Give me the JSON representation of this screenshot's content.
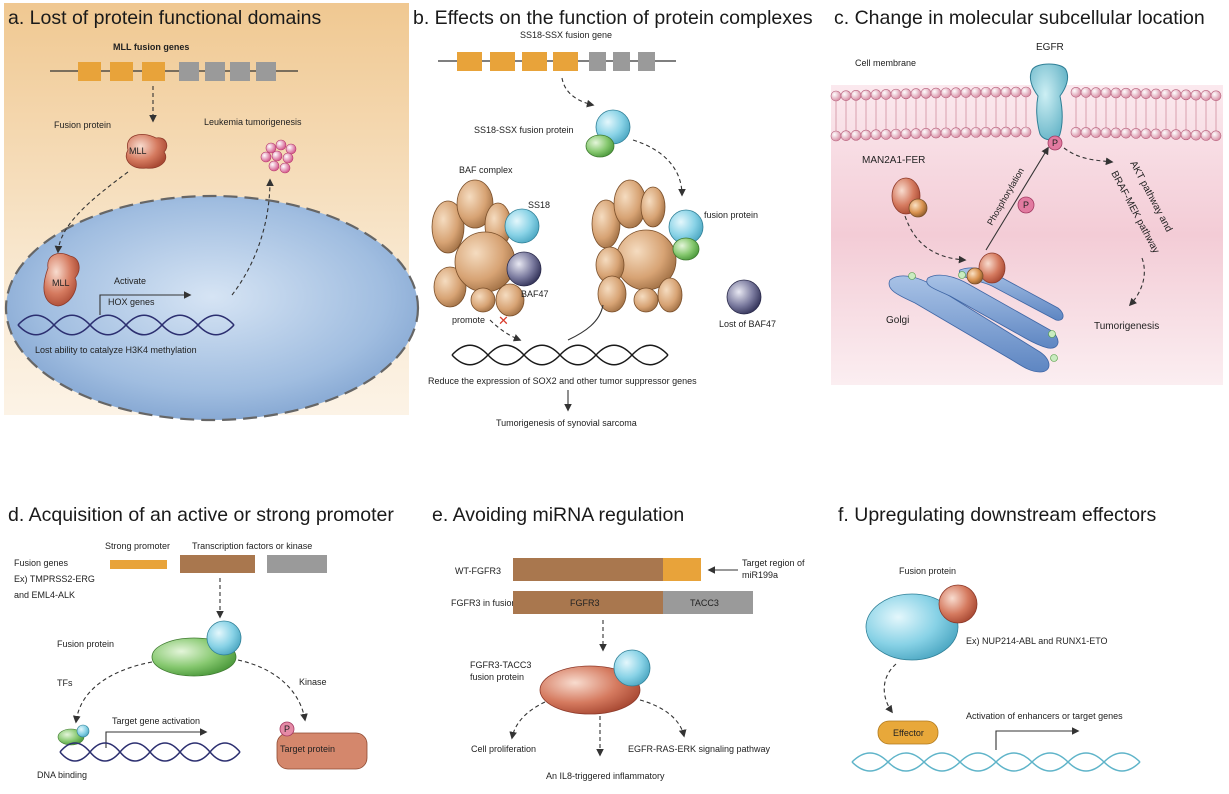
{
  "panel_a": {
    "title": "a. Lost of protein functional domains",
    "gene_label": "MLL fusion genes",
    "fusion_protein": "Fusion protein",
    "leukemia": "Leukemia tumorigenesis",
    "mll_top": "MLL",
    "mll_nucleus": "MLL",
    "activate": "Activate",
    "hox": "HOX genes",
    "lost_ability": "Lost ability to catalyze H3K4 methylation"
  },
  "panel_b": {
    "title": "b. Effects on the function of protein complexes",
    "gene_label": "SS18-SSX fusion gene",
    "fusion_protein_label": "SS18-SSX fusion protein",
    "baf_complex": "BAF complex",
    "ss18": "SS18",
    "baf47": "BAF47",
    "fusion_protein": "fusion protein",
    "lost_baf47": "Lost of BAF47",
    "promote": "promote",
    "reduce": "Reduce the expression of SOX2 and other tumor suppressor genes",
    "tumorigenesis": "Tumorigenesis of synovial sarcoma"
  },
  "panel_c": {
    "title": "c. Change in molecular subcellular location",
    "egfr": "EGFR",
    "cell_membrane": "Cell membrane",
    "man2a1": "MAN2A1-FER",
    "phosphorylation": "Phosphorylation",
    "p1": "P",
    "p2": "P",
    "pathway_line1": "AKT pathway and",
    "pathway_line2": "BRAF-MEK pathway",
    "golgi": "Golgi",
    "tumorigenesis": "Tumorigenesis"
  },
  "panel_d": {
    "title": "d. Acquisition of an active or strong promoter",
    "fusion_genes": "Fusion genes",
    "strong_promoter": "Strong promoter",
    "tf_kinase": "Transcription factors or kinase",
    "ex_line1": "Ex) TMPRSS2-ERG",
    "ex_line2": "and EML4-ALK",
    "fusion_protein": "Fusion protein",
    "tfs": "TFs",
    "kinase": "Kinase",
    "target_activation": "Target gene activation",
    "dna_binding": "DNA binding",
    "p": "P",
    "target_protein": "Target protein"
  },
  "panel_e": {
    "title": "e. Avoiding miRNA regulation",
    "wt": "WT-FGFR3",
    "target_region_line1": "Target region of",
    "target_region_line2": "miR199a",
    "fgfr3_fusion": "FGFR3 in fusion",
    "fgfr3": "FGFR3",
    "tacc3": "TACC3",
    "fusion_line1": "FGFR3-TACC3",
    "fusion_line2": "fusion protein",
    "cell_prolif": "Cell proliferation",
    "egfr_pathway": "EGFR-RAS-ERK signaling pathway",
    "il8": "An IL8-triggered inflammatory"
  },
  "panel_f": {
    "title": "f. Upregulating downstream effectors",
    "fusion_protein": "Fusion protein",
    "ex": "Ex) NUP214-ABL and RUNX1-ETO",
    "effector": "Effector",
    "activation": "Activation of enhancers or target genes"
  },
  "colors": {
    "exon_orange": "#e8a33a",
    "exon_grey": "#9a9a9a",
    "fusion_brown": "#a9774e",
    "nucleus_blue": "#8fb0d8",
    "membrane_pink": "#e6aab7",
    "egfr_teal": "#7bbfcf",
    "dna_navy": "#2c2f70",
    "effector_yellow": "#e8a83a"
  }
}
